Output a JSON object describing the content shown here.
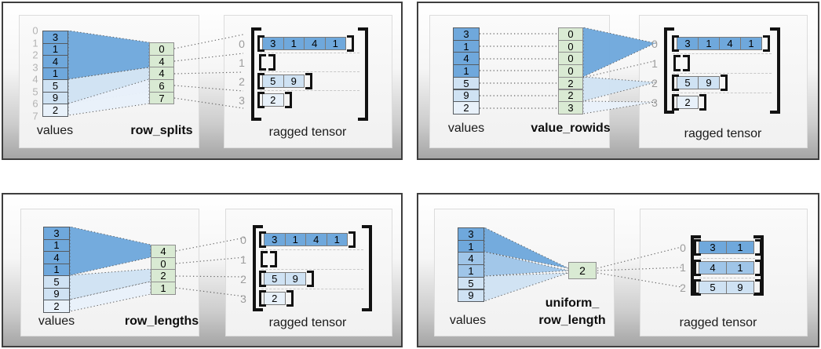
{
  "colors": {
    "dark": "#6fa8dc",
    "medium": "#9fc5e8",
    "light": "#cfe2f3",
    "pale": "#e8f1fa",
    "encoder": "#d9ead3"
  },
  "quadrants": [
    {
      "name": "row-splits",
      "values_label": "values",
      "encoder_label_lines": [
        "row_splits"
      ],
      "tensor_label": "ragged tensor",
      "values": [
        "3",
        "1",
        "4",
        "1",
        "5",
        "9",
        "2"
      ],
      "value_colors": [
        "dark",
        "dark",
        "dark",
        "dark",
        "light",
        "light",
        "pale"
      ],
      "value_indices": [
        "0",
        "1",
        "2",
        "3",
        "4",
        "5",
        "6",
        "7"
      ],
      "encoder_cells": [
        "0",
        "4",
        "4",
        "6",
        "7"
      ],
      "tensor_rows": [
        {
          "index": "0",
          "cells": [
            "3",
            "1",
            "4",
            "1"
          ],
          "color": "dark"
        },
        {
          "index": "1",
          "cells": [],
          "color": "dark"
        },
        {
          "index": "2",
          "cells": [
            "5",
            "9"
          ],
          "color": "light"
        },
        {
          "index": "3",
          "cells": [
            "2"
          ],
          "color": "pale"
        }
      ]
    },
    {
      "name": "value-rowids",
      "values_label": "values",
      "encoder_label_lines": [
        "value_rowids"
      ],
      "tensor_label": "ragged tensor",
      "values": [
        "3",
        "1",
        "4",
        "1",
        "5",
        "9",
        "2"
      ],
      "value_colors": [
        "dark",
        "dark",
        "dark",
        "dark",
        "light",
        "light",
        "pale"
      ],
      "value_indices": [],
      "encoder_cells": [
        "0",
        "0",
        "0",
        "0",
        "2",
        "2",
        "3"
      ],
      "tensor_rows": [
        {
          "index": "0",
          "cells": [
            "3",
            "1",
            "4",
            "1"
          ],
          "color": "dark"
        },
        {
          "index": "1",
          "cells": [],
          "color": "dark"
        },
        {
          "index": "2",
          "cells": [
            "5",
            "9"
          ],
          "color": "light"
        },
        {
          "index": "3",
          "cells": [
            "2"
          ],
          "color": "pale"
        }
      ]
    },
    {
      "name": "row-lengths",
      "values_label": "values",
      "encoder_label_lines": [
        "row_lengths"
      ],
      "tensor_label": "ragged tensor",
      "values": [
        "3",
        "1",
        "4",
        "1",
        "5",
        "9",
        "2"
      ],
      "value_colors": [
        "dark",
        "dark",
        "dark",
        "dark",
        "light",
        "light",
        "pale"
      ],
      "value_indices": [],
      "encoder_cells": [
        "4",
        "0",
        "2",
        "1"
      ],
      "tensor_rows": [
        {
          "index": "0",
          "cells": [
            "3",
            "1",
            "4",
            "1"
          ],
          "color": "dark"
        },
        {
          "index": "1",
          "cells": [],
          "color": "dark"
        },
        {
          "index": "2",
          "cells": [
            "5",
            "9"
          ],
          "color": "light"
        },
        {
          "index": "3",
          "cells": [
            "2"
          ],
          "color": "pale"
        }
      ]
    },
    {
      "name": "uniform-row-length",
      "values_label": "values",
      "encoder_label_lines": [
        "uniform_",
        "row_length"
      ],
      "tensor_label": "ragged tensor",
      "values": [
        "3",
        "1",
        "4",
        "1",
        "5",
        "9"
      ],
      "value_colors": [
        "dark",
        "dark",
        "medium",
        "medium",
        "light",
        "light"
      ],
      "value_indices": [],
      "encoder_cells": [
        "2"
      ],
      "tensor_rows": [
        {
          "index": "0",
          "cells": [
            "3",
            "1"
          ],
          "color": "dark"
        },
        {
          "index": "1",
          "cells": [
            "4",
            "1"
          ],
          "color": "medium"
        },
        {
          "index": "2",
          "cells": [
            "5",
            "9"
          ],
          "color": "light"
        }
      ]
    }
  ]
}
